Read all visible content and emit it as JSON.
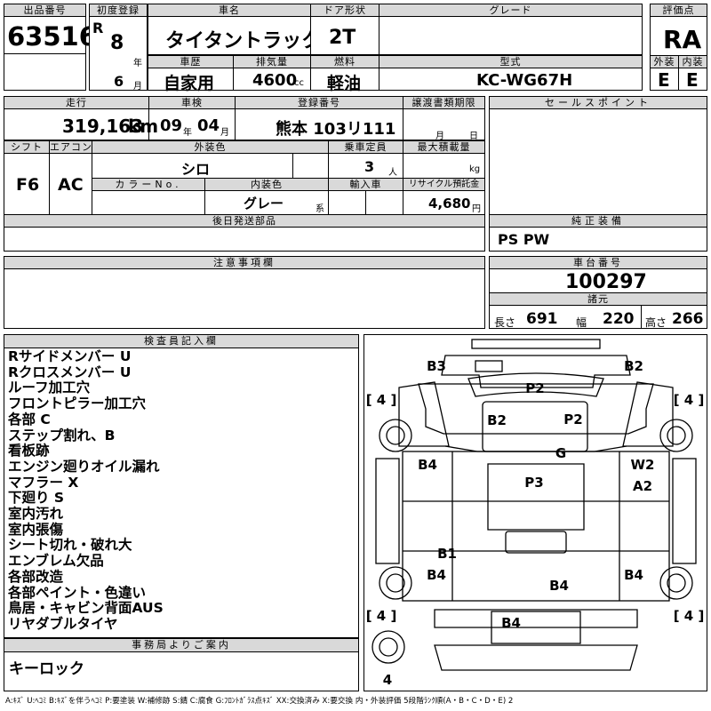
{
  "lot": {
    "label": "出品番号",
    "value": "63516"
  },
  "first_reg": {
    "label": "初度登録",
    "era": "R",
    "year": "8",
    "year_unit": "年",
    "month": "6",
    "month_unit": "月"
  },
  "car_name": {
    "label": "車名",
    "value": "タイタントラック"
  },
  "door": {
    "label": "ドア形状",
    "value": "2T"
  },
  "grade": {
    "label": "グレード",
    "value": ""
  },
  "score": {
    "label": "評価点",
    "value": "RA"
  },
  "history": {
    "label": "車歴",
    "value": "自家用"
  },
  "displacement": {
    "label": "排気量",
    "value": "4600",
    "unit": "cc"
  },
  "fuel": {
    "label": "燃料",
    "value": "軽油"
  },
  "model": {
    "label": "型式",
    "value": "KC-WG67H"
  },
  "exterior_grade": {
    "label": "外装",
    "value": "E"
  },
  "interior_grade": {
    "label": "内装",
    "value": "E"
  },
  "mileage": {
    "label": "走行",
    "value": "319,163",
    "unit": "km"
  },
  "inspection": {
    "label": "車検",
    "year": "09",
    "year_unit": "年",
    "month": "04",
    "month_unit": "月"
  },
  "plate": {
    "label": "登録番号",
    "value": "熊本 103リ111"
  },
  "transfer": {
    "label": "譲渡書類期限",
    "month_unit": "月",
    "day_unit": "日"
  },
  "shift": {
    "label": "シフト",
    "value": "F6"
  },
  "aircon": {
    "label": "エアコン",
    "value": "AC"
  },
  "ext_color": {
    "label": "外装色",
    "value": "シロ"
  },
  "capacity": {
    "label": "乗車定員",
    "value": "3",
    "unit": "人"
  },
  "max_load": {
    "label": "最大積載量",
    "value": "",
    "unit": "kg"
  },
  "color_no": {
    "label": "カラーNo.",
    "value": ""
  },
  "int_color": {
    "label": "内装色",
    "value": "グレー",
    "suffix": "系"
  },
  "import": {
    "label": "輸入車",
    "value": ""
  },
  "recycle": {
    "label": "リサイクル預託金",
    "value": "4,680",
    "unit": "円"
  },
  "later_parts": {
    "label": "後日発送部品",
    "value": ""
  },
  "sales_point": {
    "label": "セールスポイント",
    "value": ""
  },
  "genuine_equipment": {
    "label": "純正装備",
    "value": "PS PW"
  },
  "cautions": {
    "label": "注意事項欄",
    "value": ""
  },
  "chassis": {
    "label": "車台番号",
    "value": "100297"
  },
  "specs": {
    "label": "諸元",
    "length_label": "長さ",
    "length": "691",
    "width_label": "幅",
    "width": "220",
    "height_label": "高さ",
    "height": "266"
  },
  "inspector": {
    "label": "検査員記入欄",
    "lines": [
      "Rサイドメンバー U",
      "Rクロスメンバー U",
      "ルーフ加工穴",
      "フロントピラー加工穴",
      "各部 C",
      "ステップ割れ、B",
      "看板跡",
      "エンジン廻りオイル漏れ",
      "マフラー X",
      "下廻り S",
      "室内汚れ",
      "室内張傷",
      "シート切れ・破れ大",
      "エンブレム欠品",
      "各部改造",
      "各部ペイント・色違い",
      "鳥居・キャビン背面AUS",
      "リヤダブルタイヤ"
    ]
  },
  "office": {
    "label": "事務局よりご案内",
    "value": "キーロック"
  },
  "legend": "A:ｷｽﾞ U:ﾍｺﾐ B:ｷｽﾞを伴うﾍｺﾐ P:要塗装 W:補修跡 S:錆 C:腐食 G:ﾌﾛﾝﾄｶﾞﾗｽ点ｷｽﾞ XX:交換済み X:要交換 内・外装評価 5段階ﾗﾝｸ順(A・B・C・D・E) 2",
  "diagram": {
    "marks": [
      "B3",
      "B2",
      "P2",
      "B2",
      "P2",
      "G",
      "B4",
      "P3",
      "W2",
      "A2",
      "B1",
      "B4",
      "B4",
      "B4",
      "B4"
    ],
    "tires": [
      "[ 4 ]",
      "[ 4 ]",
      "[ 4 ]",
      "[ 4 ]",
      "4"
    ]
  }
}
